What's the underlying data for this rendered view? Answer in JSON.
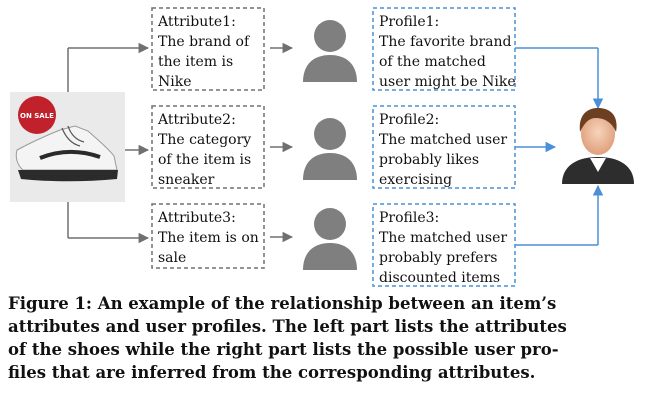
{
  "attributes": [
    {
      "lines": [
        "Attribute1:",
        "The brand of",
        "the item is",
        "Nike"
      ]
    },
    {
      "lines": [
        "Attribute2:",
        "The category",
        "of the item is",
        "sneaker"
      ]
    },
    {
      "lines": [
        "Attribute3:",
        "The item is on",
        "sale"
      ]
    }
  ],
  "profiles": [
    {
      "lines": [
        "Profile1:",
        "The favorite brand",
        "of the matched",
        "user might be Nike"
      ]
    },
    {
      "lines": [
        "Profile2:",
        "The matched user",
        "probably likes",
        "exercising"
      ]
    },
    {
      "lines": [
        "Profile3:",
        "The matched user",
        "probably prefers",
        "discounted items"
      ]
    }
  ],
  "product": {
    "sale_badge": "ON SALE",
    "icon": "sneaker-image"
  },
  "icons": {
    "user": "person-silhouette-icon",
    "target_user": "user-avatar-icon"
  },
  "colors": {
    "attribute_border": "#707070",
    "profile_border": "#4a90d9",
    "arrow_gray": "#707070",
    "arrow_blue": "#4a90d9",
    "silhouette": "#7f7f7f",
    "sale_badge": "#c0212b"
  },
  "caption": {
    "lines": [
      "Figure 1: An example of the relationship between an item’s",
      "attributes and user profiles. The left part lists the attributes",
      "of the shoes while the right part lists the possible user pro-",
      "files that are inferred from the corresponding attributes."
    ]
  }
}
